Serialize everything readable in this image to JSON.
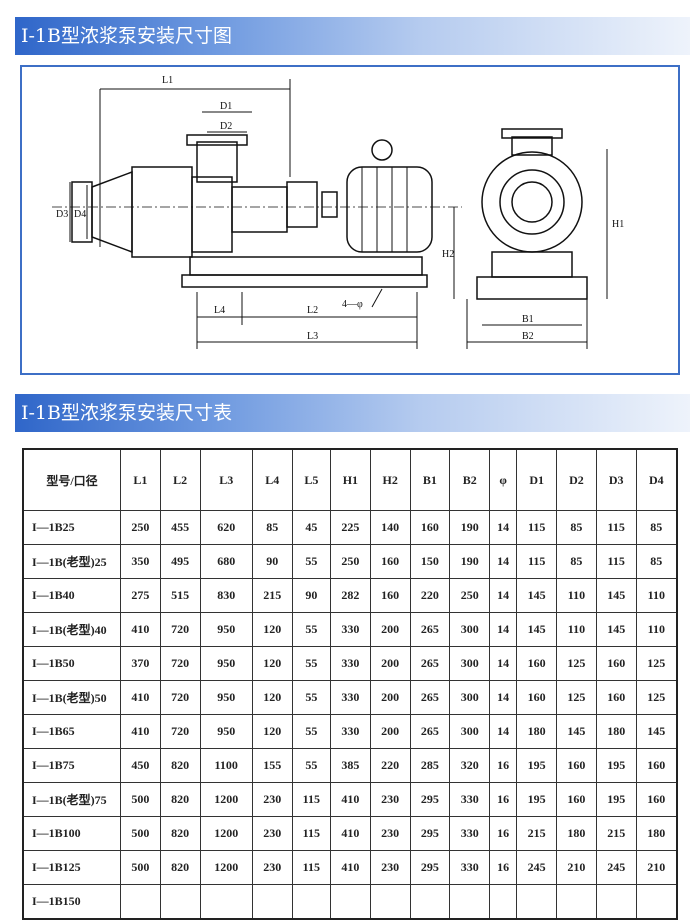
{
  "section1": {
    "title": "I-1B型浓浆泵安装尺寸图"
  },
  "diagram": {
    "labels": {
      "L1": "L1",
      "D1": "D1",
      "D2": "D2",
      "D3": "D3",
      "D4": "D4",
      "H1": "H1",
      "H2": "H2",
      "B1": "B1",
      "B2": "B2",
      "L2": "L2",
      "L3": "L3",
      "L4": "L4",
      "phi": "4—φ"
    }
  },
  "section2": {
    "title": "I-1B型浓浆泵安装尺寸表"
  },
  "table": {
    "headers": [
      "型号/口径",
      "L1",
      "L2",
      "L3",
      "L4",
      "L5",
      "H1",
      "H2",
      "B1",
      "B2",
      "φ",
      "D1",
      "D2",
      "D3",
      "D4"
    ],
    "rows": [
      [
        "I—1B25",
        "250",
        "455",
        "620",
        "85",
        "45",
        "225",
        "140",
        "160",
        "190",
        "14",
        "115",
        "85",
        "115",
        "85"
      ],
      [
        "I—1B(老型)25",
        "350",
        "495",
        "680",
        "90",
        "55",
        "250",
        "160",
        "150",
        "190",
        "14",
        "115",
        "85",
        "115",
        "85"
      ],
      [
        "I—1B40",
        "275",
        "515",
        "830",
        "215",
        "90",
        "282",
        "160",
        "220",
        "250",
        "14",
        "145",
        "110",
        "145",
        "110"
      ],
      [
        "I—1B(老型)40",
        "410",
        "720",
        "950",
        "120",
        "55",
        "330",
        "200",
        "265",
        "300",
        "14",
        "145",
        "110",
        "145",
        "110"
      ],
      [
        "I—1B50",
        "370",
        "720",
        "950",
        "120",
        "55",
        "330",
        "200",
        "265",
        "300",
        "14",
        "160",
        "125",
        "160",
        "125"
      ],
      [
        "I—1B(老型)50",
        "410",
        "720",
        "950",
        "120",
        "55",
        "330",
        "200",
        "265",
        "300",
        "14",
        "160",
        "125",
        "160",
        "125"
      ],
      [
        "I—1B65",
        "410",
        "720",
        "950",
        "120",
        "55",
        "330",
        "200",
        "265",
        "300",
        "14",
        "180",
        "145",
        "180",
        "145"
      ],
      [
        "I—1B75",
        "450",
        "820",
        "1100",
        "155",
        "55",
        "385",
        "220",
        "285",
        "320",
        "16",
        "195",
        "160",
        "195",
        "160"
      ],
      [
        "I—1B(老型)75",
        "500",
        "820",
        "1200",
        "230",
        "115",
        "410",
        "230",
        "295",
        "330",
        "16",
        "195",
        "160",
        "195",
        "160"
      ],
      [
        "I—1B100",
        "500",
        "820",
        "1200",
        "230",
        "115",
        "410",
        "230",
        "295",
        "330",
        "16",
        "215",
        "180",
        "215",
        "180"
      ],
      [
        "I—1B125",
        "500",
        "820",
        "1200",
        "230",
        "115",
        "410",
        "230",
        "295",
        "330",
        "16",
        "245",
        "210",
        "245",
        "210"
      ],
      [
        "I—1B150",
        "",
        "",
        "",
        "",
        "",
        "",
        "",
        "",
        "",
        "",
        "",
        "",
        "",
        ""
      ]
    ]
  }
}
